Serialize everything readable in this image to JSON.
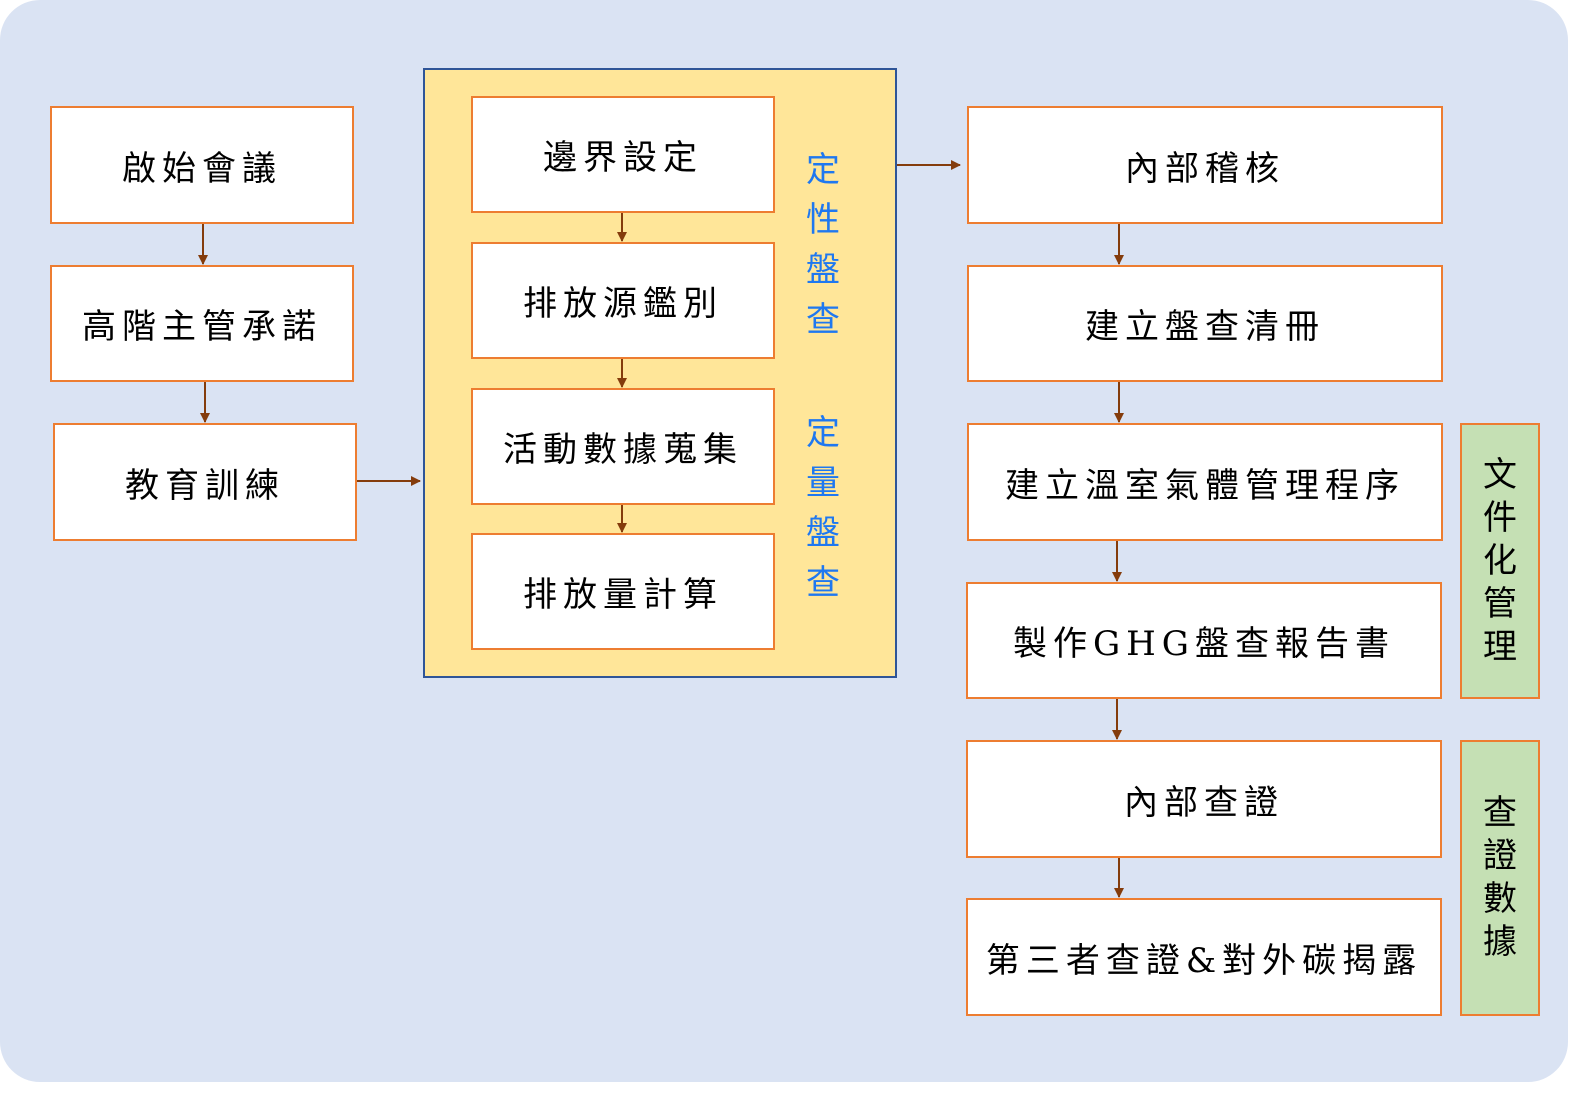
{
  "left_steps": [
    "啟始會議",
    "高階主管承諾",
    "教育訓練"
  ],
  "inventory_group": {
    "steps": [
      "邊界設定",
      "排放源鑑別",
      "活動數據蒐集",
      "排放量計算"
    ],
    "qualitative_label": "定性盤查",
    "quantitative_label": "定量盤查"
  },
  "right_steps": [
    "內部稽核",
    "建立盤查清冊",
    "建立溫室氣體管理程序",
    "製作GHG盤查報告書",
    "內部查證",
    "第三者查證&對外碳揭露"
  ],
  "side_labels": {
    "documentation": "文件化管理",
    "verification": "查證數據"
  },
  "colors": {
    "background": "#DAE3F3",
    "box_border": "#ED7D31",
    "group_fill": "#FFE699",
    "group_border": "#2F5597",
    "side_fill": "#C5E0B4",
    "arrow": "#843C0C",
    "label_blue": "#1F78F0"
  }
}
